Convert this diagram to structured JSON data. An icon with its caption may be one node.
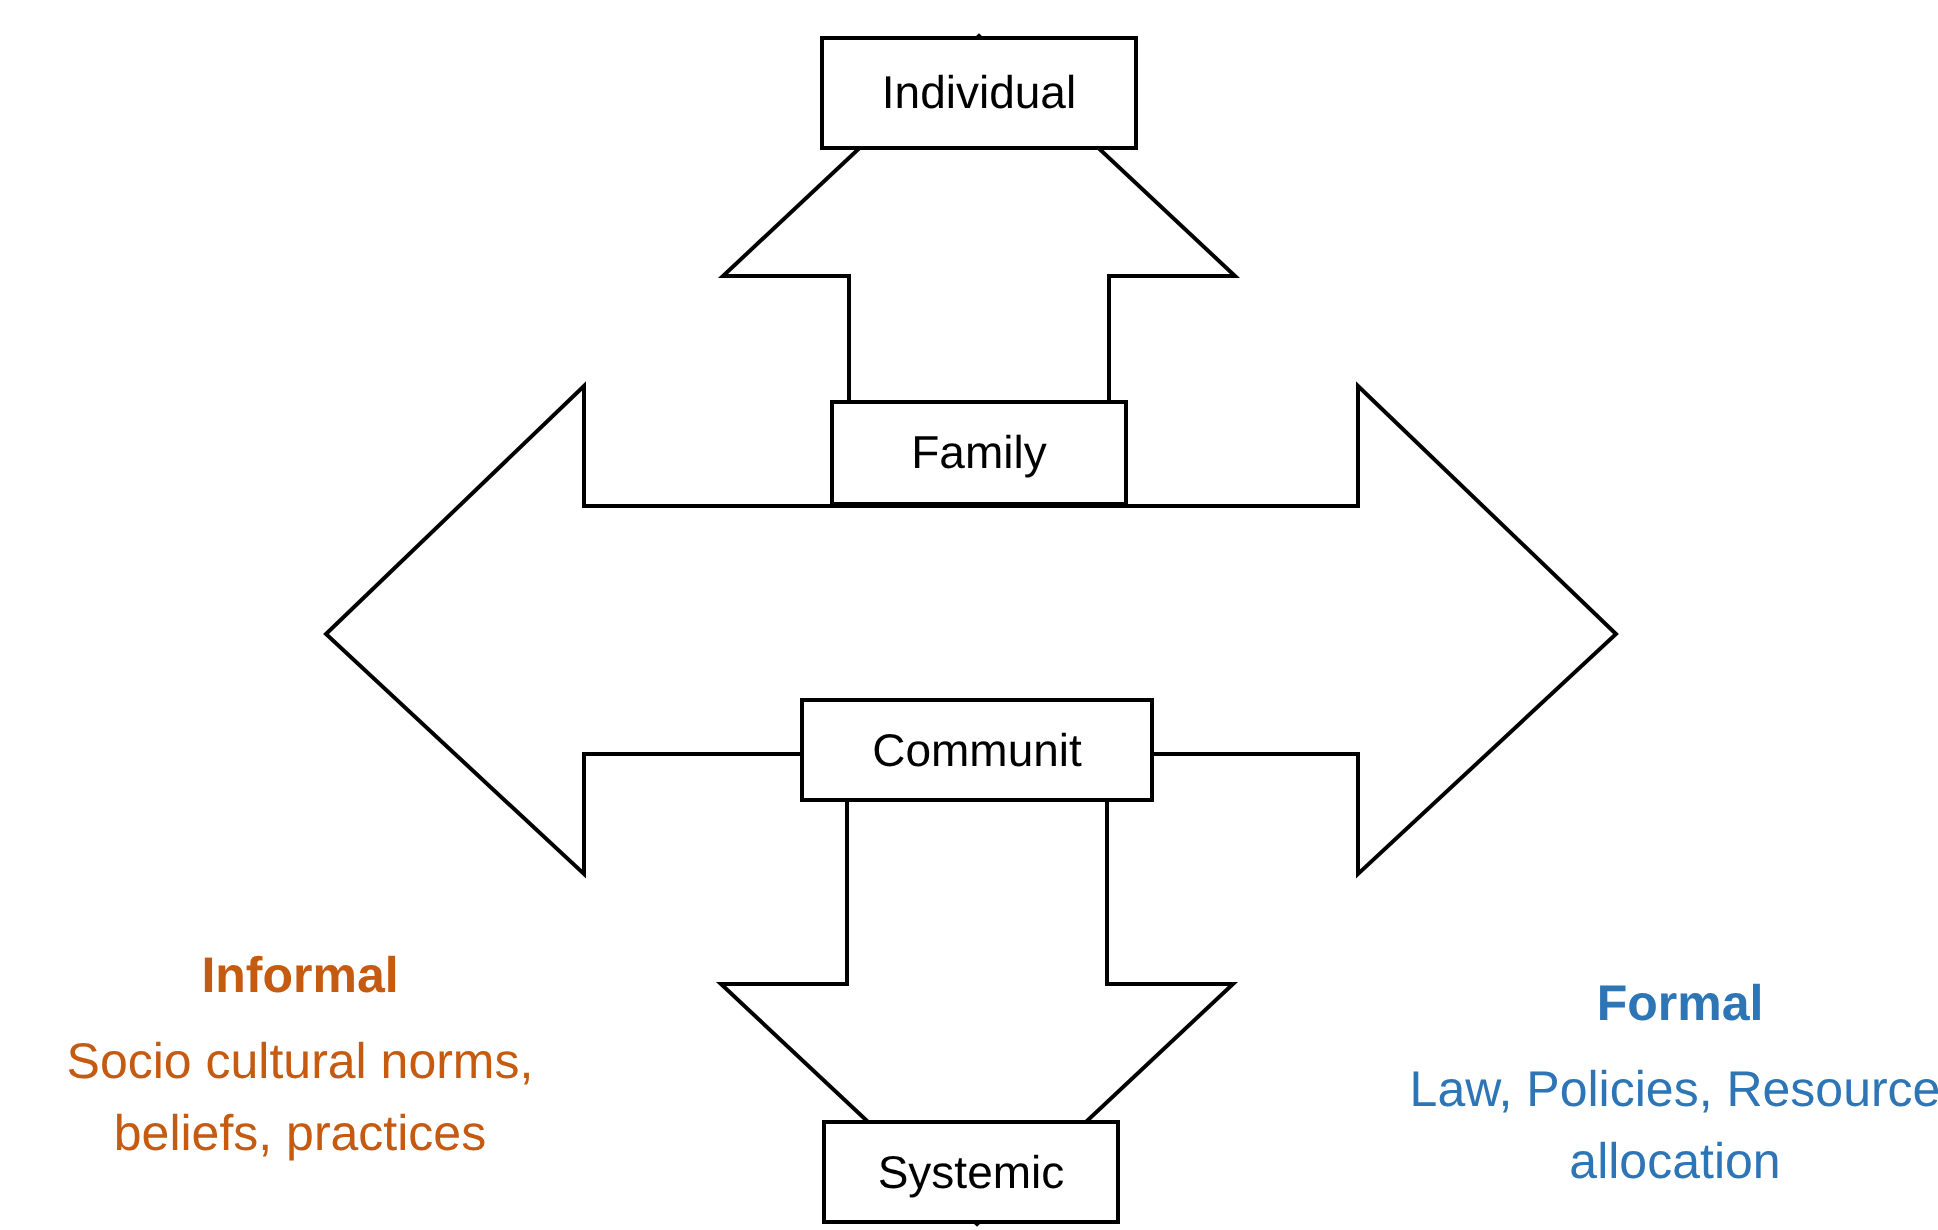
{
  "diagram": {
    "nodes": [
      {
        "text": [
          "Individual"
        ]
      },
      {
        "text": [
          "Family"
        ]
      },
      {
        "text": [
          "Communit"
        ]
      },
      {
        "text": [
          "Systemic"
        ]
      }
    ],
    "edges": [
      {
        "from": 1,
        "to": 0,
        "arrow": "to",
        "style": "thick"
      },
      {
        "from": 2,
        "to": 3,
        "arrow": "to",
        "style": "thick"
      }
    ],
    "labels": [
      "Informal",
      "Socio cultural norms, beliefs, practices",
      "Formal",
      "Law, Policies, Resource allocation"
    ]
  }
}
